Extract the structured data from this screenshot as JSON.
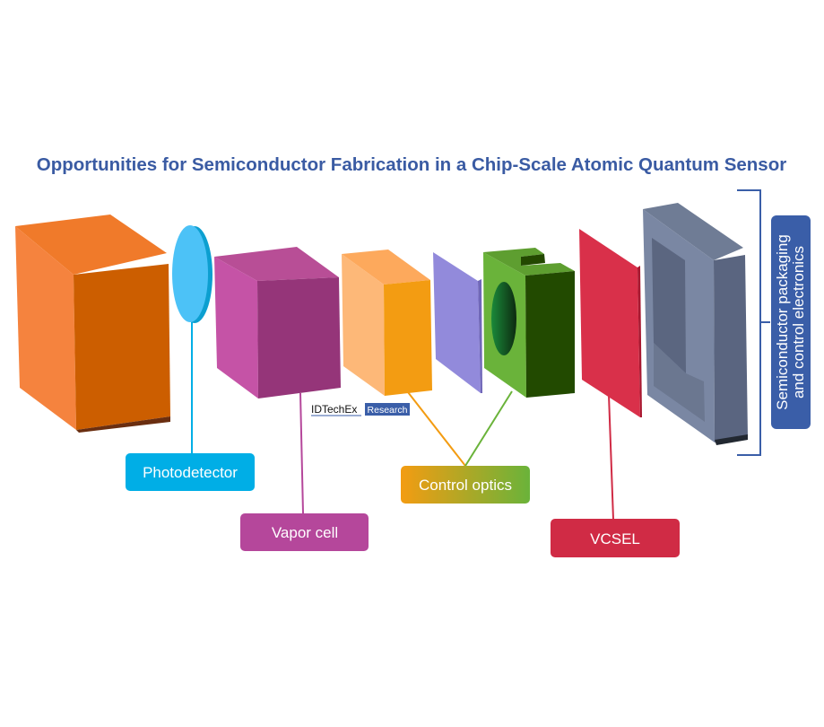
{
  "title": "Opportunities for Semiconductor Fabrication in a Chip-Scale Atomic Quantum Sensor",
  "labels": {
    "photodetector": "Photodetector",
    "vapor_cell": "Vapor cell",
    "control_optics": "Control optics",
    "vcsel": "VCSEL",
    "packaging_line1": "Semiconductor packaging",
    "packaging_line2": "and control electronics"
  },
  "logo": {
    "brand": "IDTechEx",
    "tag": "Research"
  },
  "colors": {
    "title": "#3a5ba3",
    "photodetector": "#00aee6",
    "vapor_cell": "#b5479b",
    "control_optics_start": "#f39c12",
    "control_optics_end": "#6ab33a",
    "vcsel": "#d02b45",
    "packaging": "#3a5ea8"
  }
}
